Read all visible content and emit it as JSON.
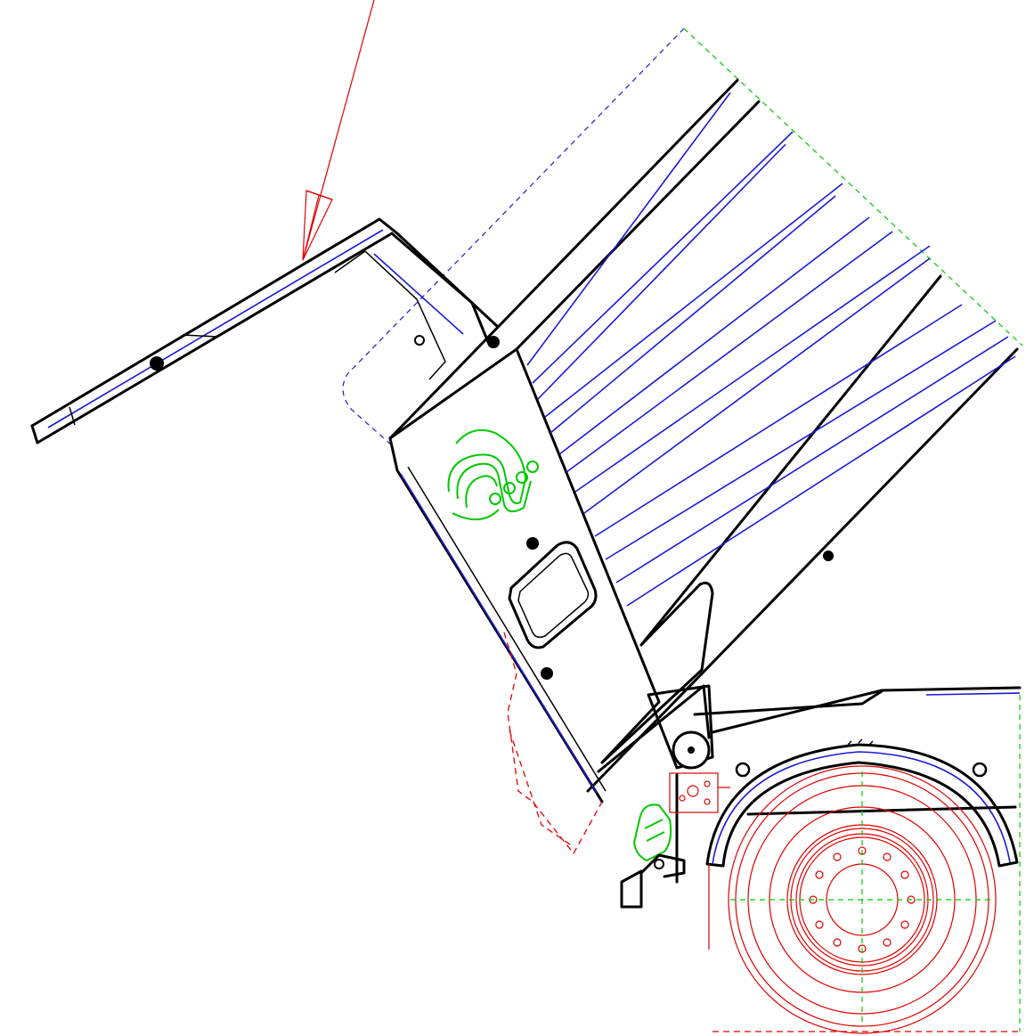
{
  "drawing": {
    "colors": {
      "outline": "#000000",
      "detail": "#1a1ad6",
      "hidden_envelope": "#1a1ad6",
      "clearance": "#00c800",
      "logo": "#00c800",
      "wheel": "#e00000",
      "motion_arrow": "#e00000"
    },
    "logo": {
      "icon": "logo-mark"
    },
    "parts": [
      {
        "name": "tipping-body",
        "icon": "tipper-body-icon"
      },
      {
        "name": "rear-door",
        "icon": "tailgate-icon"
      },
      {
        "name": "mudguard",
        "icon": "fender-icon"
      },
      {
        "name": "rear-wheel",
        "icon": "wheel-icon"
      },
      {
        "name": "hydraulic-cylinder",
        "icon": "cylinder-icon"
      },
      {
        "name": "hinge-pivot",
        "icon": "pivot-icon"
      }
    ]
  }
}
